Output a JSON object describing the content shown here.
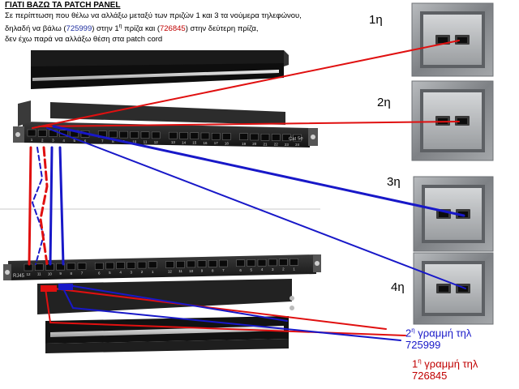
{
  "header": {
    "title": "ΓΙΑΤΙ ΒΑΖΩ ΤΑ PATCH PANEL",
    "intro": {
      "line1": "Σε περίπτωση που θέλω να αλλάξω μεταξύ των πριζών 1 και 3 τα νούμερα  τηλεφώνου,",
      "line2_a": "δηλαδή  να βάλω (",
      "line2_num1": "725999",
      "line2_b": ") στην  1",
      "line2_sup": "η",
      "line2_c": " πρίζα και  (",
      "line2_num2": "726845",
      "line2_d": ")  στην δεύτερη πρίζα,",
      "line3": "δεν έχω παρά να αλλάξω θέση στα patch cord"
    }
  },
  "sockets": [
    {
      "label": "1η"
    },
    {
      "label": "2η"
    },
    {
      "label": "3η"
    },
    {
      "label": "4η"
    }
  ],
  "lines": {
    "blue": {
      "ordinal": "2",
      "sup": "η",
      "text": " γραμμή τηλ",
      "number": "725999"
    },
    "red": {
      "ordinal": "1",
      "sup": "η",
      "text": " γραμμή τηλ",
      "number": "726845"
    }
  },
  "panels": {
    "top": {
      "numbers": [
        "1",
        "2",
        "3",
        "4",
        "5",
        "6",
        "7",
        "8",
        "9",
        "10",
        "11",
        "12",
        "13",
        "14",
        "15",
        "16",
        "17",
        "18",
        "19",
        "20",
        "21",
        "22",
        "23",
        "24"
      ],
      "tag": "Cat 5e"
    },
    "bottom": {
      "numbers": [
        "12",
        "11",
        "10",
        "9",
        "8",
        "7",
        "6",
        "5",
        "4",
        "3",
        "2",
        "1",
        "12",
        "11",
        "10",
        "9",
        "8",
        "7",
        "6",
        "5",
        "4",
        "3",
        "2",
        "1"
      ],
      "tag": "RJ45"
    }
  },
  "colors": {
    "red": "#e01010",
    "blue": "#1818c8",
    "panel": "#2a2a2a",
    "frame": "#8f9296"
  }
}
